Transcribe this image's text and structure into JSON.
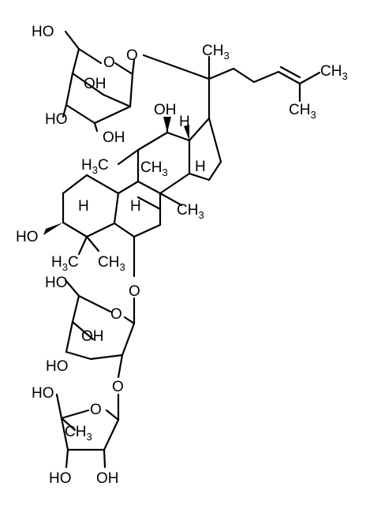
{
  "labels": {
    "ho_sugar1": "HO",
    "o_link1": "O",
    "ch3_c20": "CH",
    "ch3_c20_sub": "3",
    "ch3_right": "CH",
    "ch3_right_sub": "3",
    "ch3_bottom": "CH",
    "ch3_bottom_sub": "3",
    "oh_s1_ring": "OH",
    "ho_s1_left": "HO",
    "oh_s1_bottom": "OH",
    "oh_c12": "OH",
    "h_c13": "H",
    "h3c_c19": "H",
    "h3c_c19_sub": "3",
    "h3c_c19_c": "C",
    "ch3_c18": "CH",
    "ch3_c18_sub": "3",
    "h_c17": "H",
    "h_c5": "H",
    "h_c9": "H",
    "ch3_c30": "CH",
    "ch3_c30_sub": "3",
    "ho_c3": "HO",
    "h3c_c28": "H",
    "h3c_c28_sub": "3",
    "h3c_c28_c": "C",
    "ch3_c29": "CH",
    "ch3_c29_sub": "3",
    "o_link2": "O",
    "ho_sugar2": "HO",
    "o_ring2": "O",
    "oh_s2_ring": "OH",
    "ho_s2_left": "HO",
    "o_link3": "O",
    "ho_s3_top": "HO",
    "o_ring3": "O",
    "ch3_s3": "CH",
    "ch3_s3_sub": "3",
    "ho_s3_bottom": "HO",
    "oh_s3_bottom": "OH",
    "o_ring1": "O"
  }
}
